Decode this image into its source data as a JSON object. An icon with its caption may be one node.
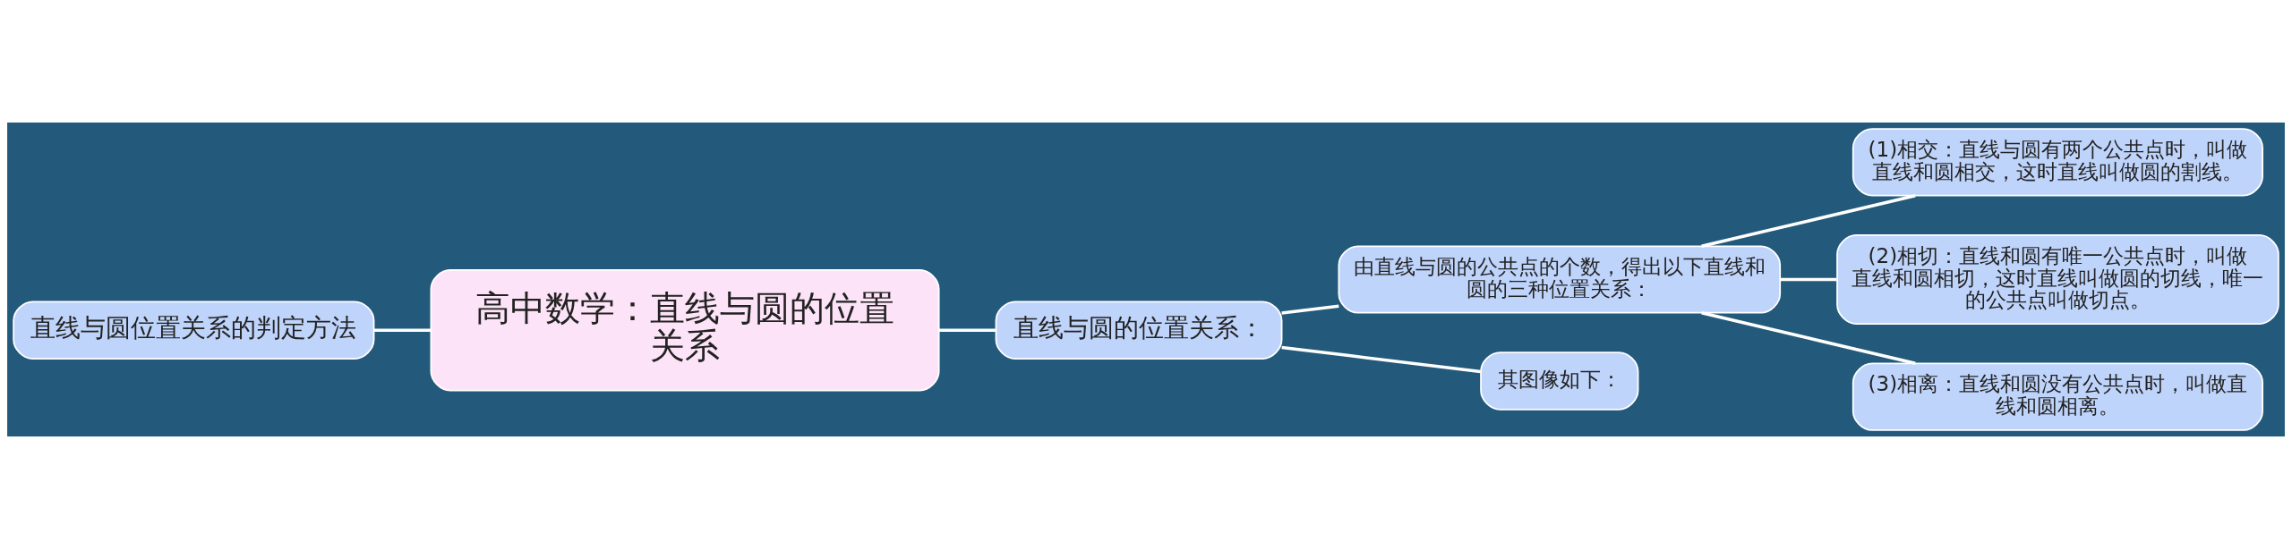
{
  "diagram": {
    "nodes": [
      {
        "text": [
          "高中数学：直线与圆的位置关系"
        ]
      },
      {
        "text": [
          "直线与圆位置关系的判定方法"
        ]
      },
      {
        "text": [
          "直线与圆的位置关系："
        ]
      },
      {
        "text": [
          "由直线与圆的公共点的个数，得出以下直线和圆的三种位置关系："
        ]
      },
      {
        "text": [
          "其图像如下："
        ]
      },
      {
        "text": [
          "(1)相交：直线与圆有两个公共点时，叫做直线和圆相交，这时直线叫做圆的割线。"
        ]
      },
      {
        "text": [
          "(2)相切：直线和圆有唯一公共点时，叫做直线和圆相切，这时直线叫做圆的切线，唯一的公共点叫做切点。"
        ]
      },
      {
        "text": [
          "(3)相离：直线和圆没有公共点时，叫做直线和圆相离。"
        ]
      }
    ],
    "edges": [
      {
        "from": 1,
        "to": 0,
        "arrow": "none"
      },
      {
        "from": 0,
        "to": 2,
        "arrow": "none"
      },
      {
        "from": 2,
        "to": 3,
        "arrow": "none"
      },
      {
        "from": 2,
        "to": 4,
        "arrow": "none"
      },
      {
        "from": 3,
        "to": 5,
        "arrow": "none"
      },
      {
        "from": 3,
        "to": 6,
        "arrow": "none"
      },
      {
        "from": 3,
        "to": 7,
        "arrow": "none"
      }
    ]
  }
}
